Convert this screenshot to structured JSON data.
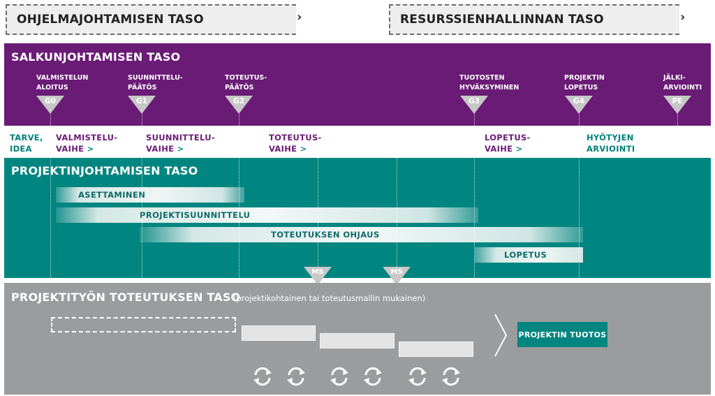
{
  "top": {
    "left_label": "OHJELMAJOHTAMISEN TASO",
    "right_label": "RESURSSIENHALLINNAN TASO"
  },
  "portfolio": {
    "title": "SALKUNJOHTAMISEN TASO",
    "gates": [
      {
        "label": "VALMISTELUN\nALOITUS",
        "code": "G0"
      },
      {
        "label": "SUUNNITTELU-\nPÄÄTÖS",
        "code": "G1"
      },
      {
        "label": "TOTEUTUS-\nPÄÄTÖS",
        "code": "G2"
      },
      {
        "label": "TUOTOSTEN\nHYVÄKSYMINEN",
        "code": "G3"
      },
      {
        "label": "PROJEKTIN\nLOPETUS",
        "code": "G4"
      },
      {
        "label": "JÄLKI-\nARVIOINTI",
        "code": "PE"
      }
    ]
  },
  "phases": [
    {
      "line1": "TARVE,",
      "line2": "IDEA",
      "arrow": "",
      "color": "#00807c"
    },
    {
      "line1": "VALMISTELU-",
      "line2": "VAIHE",
      "arrow": ">",
      "color": "#6a1b75"
    },
    {
      "line1": "SUUNNITTELU-",
      "line2": "VAIHE",
      "arrow": ">",
      "color": "#6a1b75"
    },
    {
      "line1": "TOTEUTUS-",
      "line2": "VAIHE",
      "arrow": ">",
      "color": "#6a1b75"
    },
    {
      "line1": "LOPETUS-",
      "line2": "VAIHE",
      "arrow": ">",
      "color": "#6a1b75"
    },
    {
      "line1": "HYÖTYJEN",
      "line2": "ARVIOINTI",
      "arrow": "",
      "color": "#00807c"
    }
  ],
  "project": {
    "title": "PROJEKTINJOHTAMISEN TASO",
    "bars": [
      "ASETTAMINEN",
      "PROJEKTISUUNNITTELU",
      "TOTEUTUKSEN OHJAUS",
      "LOPETUS"
    ],
    "milestones": [
      "MS",
      "MS"
    ]
  },
  "work": {
    "title": "PROJEKTITYÖN TOTEUTUKSEN TASO",
    "subtitle": "(projektikohtainen tai toteutusmallin mukainen)",
    "output_label": "PROJEKTIN TUOTOS"
  },
  "colors": {
    "purple": "#6a1b75",
    "teal": "#018580",
    "gray": "#9b9c9d"
  }
}
